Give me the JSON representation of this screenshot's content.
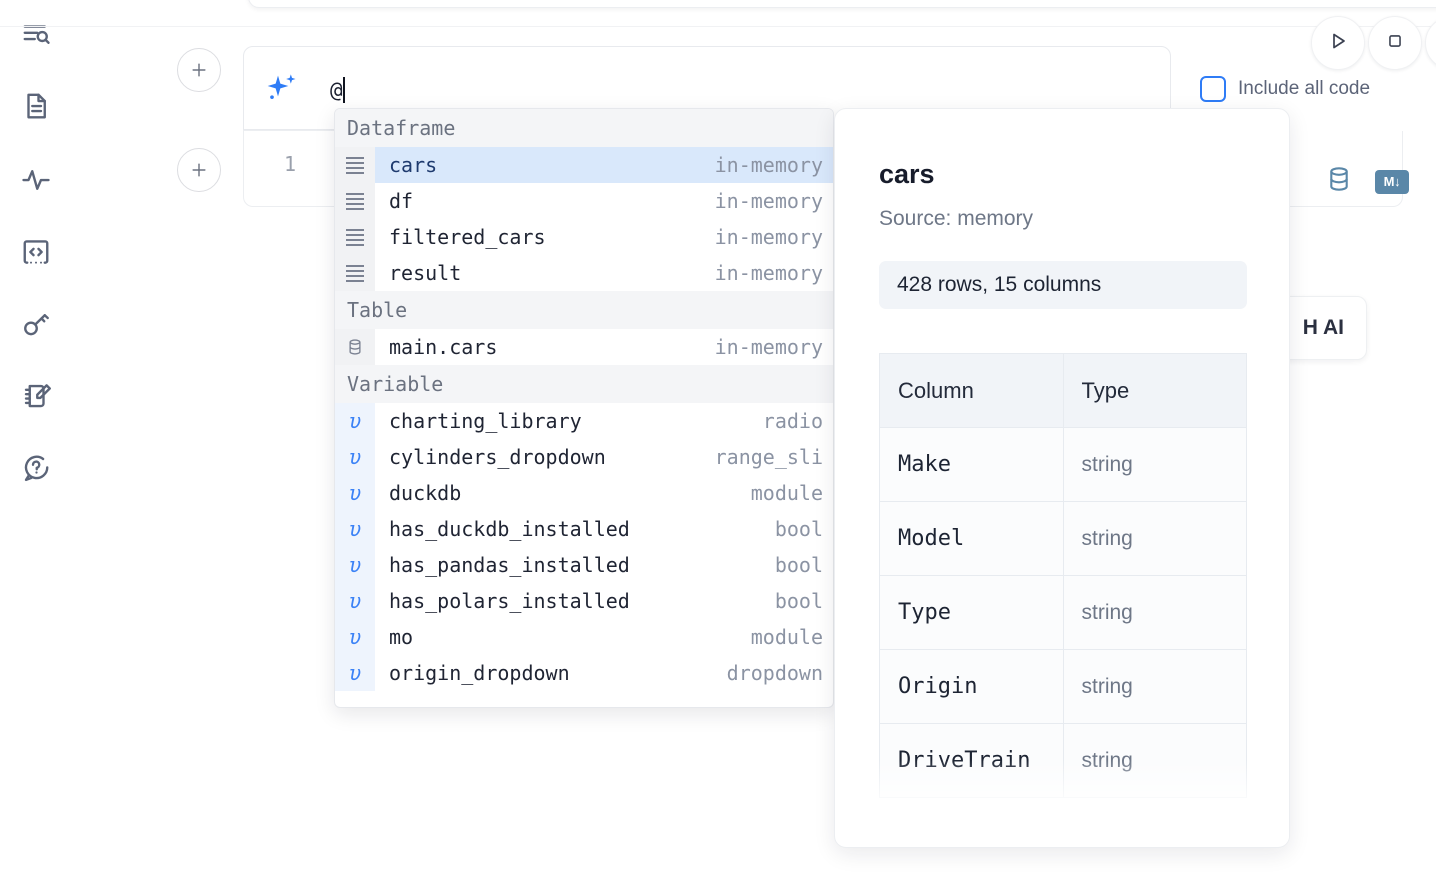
{
  "sidebar": {
    "items": [
      {
        "name": "file-explorer-icon",
        "label": "explorer"
      },
      {
        "name": "document-icon",
        "label": "documents"
      },
      {
        "name": "activity-icon",
        "label": "activity"
      },
      {
        "name": "code-snippet-icon",
        "label": "snippets"
      },
      {
        "name": "key-icon",
        "label": "secrets"
      },
      {
        "name": "notebook-edit-icon",
        "label": "scratchpad"
      },
      {
        "name": "help-chat-icon",
        "label": "help"
      }
    ]
  },
  "toolbar": {
    "run_label": "Run",
    "stop_label": "Stop",
    "include_all_code_label": "Include all code",
    "include_all_code_checked": false,
    "accent_color": "#2f7cf6"
  },
  "prompt": {
    "value": "@",
    "placeholder": "",
    "icon": "sparkles-icon"
  },
  "cell": {
    "number": "1",
    "icons": [
      "database-icon",
      "markdown-icon"
    ],
    "markdown_badge": "M↓"
  },
  "ai_chip": {
    "label": "H AI"
  },
  "add_buttons": {
    "label": "+"
  },
  "completions": {
    "groups": [
      {
        "title": "Dataframe",
        "icon": "dataframe-icon",
        "items": [
          {
            "name": "cars",
            "type": "in-memory",
            "selected": true
          },
          {
            "name": "df",
            "type": "in-memory",
            "selected": false
          },
          {
            "name": "filtered_cars",
            "type": "in-memory",
            "selected": false
          },
          {
            "name": "result",
            "type": "in-memory",
            "selected": false
          }
        ]
      },
      {
        "title": "Table",
        "icon": "table-db-icon",
        "items": [
          {
            "name": "main.cars",
            "type": "in-memory",
            "selected": false
          }
        ]
      },
      {
        "title": "Variable",
        "icon": "variable-icon",
        "items": [
          {
            "name": "charting_library",
            "type": "radio",
            "selected": false
          },
          {
            "name": "cylinders_dropdown",
            "type": "range_sli",
            "selected": false
          },
          {
            "name": "duckdb",
            "type": "module",
            "selected": false
          },
          {
            "name": "has_duckdb_installed",
            "type": "bool",
            "selected": false
          },
          {
            "name": "has_pandas_installed",
            "type": "bool",
            "selected": false
          },
          {
            "name": "has_polars_installed",
            "type": "bool",
            "selected": false
          },
          {
            "name": "mo",
            "type": "module",
            "selected": false
          },
          {
            "name": "origin_dropdown",
            "type": "dropdown",
            "selected": false
          }
        ]
      }
    ]
  },
  "doc_panel": {
    "title": "cars",
    "source": "Source: memory",
    "shape": "428 rows, 15 columns",
    "headers": [
      "Column",
      "Type"
    ],
    "rows": [
      [
        "Make",
        "string"
      ],
      [
        "Model",
        "string"
      ],
      [
        "Type",
        "string"
      ],
      [
        "Origin",
        "string"
      ],
      [
        "DriveTrain",
        "string"
      ]
    ]
  }
}
